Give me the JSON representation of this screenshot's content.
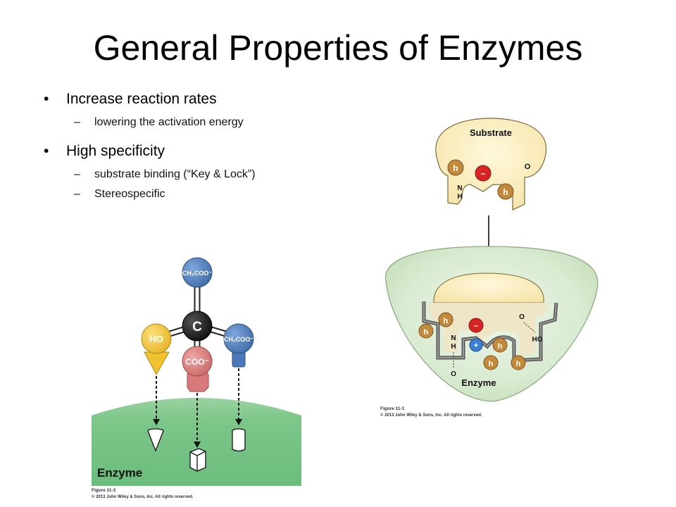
{
  "title": "General Properties of Enzymes",
  "bullets": [
    {
      "text": "Increase reaction rates",
      "subs": [
        "lowering the activation energy"
      ]
    },
    {
      "text": "High specificity",
      "subs": [
        "substrate binding (“Key & Lock”)",
        "Stereospecific"
      ]
    }
  ],
  "figure_left": {
    "caption": "Figure 11-2",
    "copyright": "© 2013 John Wiley & Sons, Inc. All rights reserved.",
    "enzyme_label": "Enzyme",
    "center_atom": "C",
    "top_group": "CH₂COO⁻",
    "left_group": "HO",
    "right_group": "CH₂COO⁻",
    "front_group": "COO⁻",
    "colors": {
      "blue": "#4a78b8",
      "yellow": "#f2c335",
      "red": "#d97a7a",
      "black": "#111111",
      "green": "#7cc68a"
    }
  },
  "figure_right": {
    "caption": "Figure 11-1",
    "copyright": "© 2013 John Wiley & Sons, Inc. All rights reserved.",
    "substrate_label": "Substrate",
    "enzyme_label": "Enzyme",
    "hydrophobic": "h",
    "minus": "–",
    "plus": "+",
    "oxygen": "O",
    "nitrogen": "N",
    "hydrogen": "H",
    "hydroxyl": "HO",
    "colors": {
      "substrate": "#fbeec0",
      "enzyme_outer": "#d7ead0",
      "enzyme_inner": "#eef6e9",
      "h_ball": "#c48a3c",
      "minus_ball": "#d62424",
      "plus_ball": "#3e7fd6"
    }
  }
}
